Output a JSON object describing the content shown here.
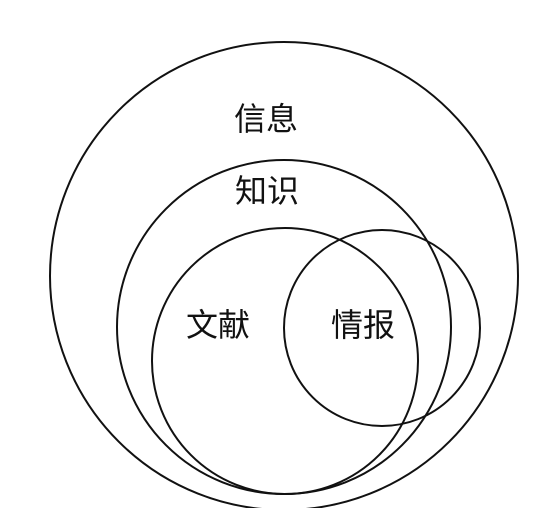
{
  "diagram": {
    "sets": [
      {
        "id": "information",
        "label": "信息"
      },
      {
        "id": "knowledge",
        "label": "知识"
      },
      {
        "id": "literature",
        "label": "文献"
      },
      {
        "id": "intelligence",
        "label": "情报"
      }
    ],
    "relations": [
      {
        "child": "knowledge",
        "parent": "information",
        "type": "subset"
      },
      {
        "child": "literature",
        "parent": "knowledge",
        "type": "subset"
      },
      {
        "a": "intelligence",
        "b": "literature",
        "type": "overlap"
      },
      {
        "a": "intelligence",
        "b": "knowledge",
        "type": "overlap"
      }
    ],
    "stroke_color": "#111111",
    "background_color": "#ffffff"
  }
}
